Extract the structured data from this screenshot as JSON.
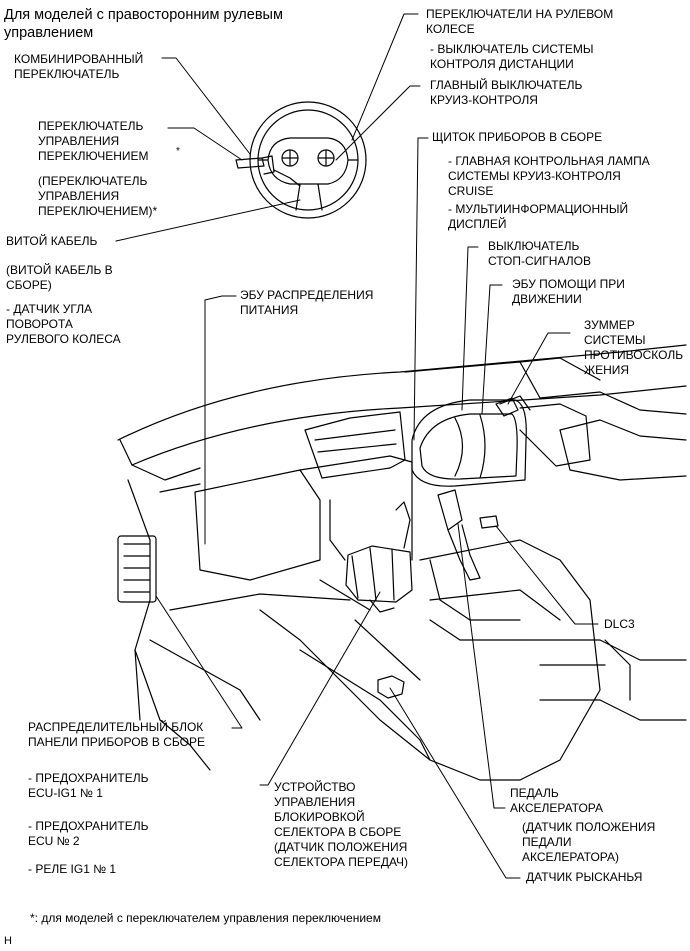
{
  "title": "Для моделей с правосторонним рулевым\nуправлением",
  "labels": {
    "combo_switch": "КОМБИНИРОВАННЫЙ\nПЕРЕКЛЮЧАТЕЛЬ",
    "shift_control_switch": "ПЕРЕКЛЮЧАТЕЛЬ\nУПРАВЛЕНИЯ\nПЕРЕКЛЮЧЕНИЕМ",
    "shift_control_star": "*",
    "shift_control_sub": "(ПЕРЕКЛЮЧАТЕЛЬ\nУПРАВЛЕНИЯ\nПЕРЕКЛЮЧЕНИЕМ)*",
    "spiral_cable": "ВИТОЙ КАБЕЛЬ",
    "spiral_cable_sub": "(ВИТОЙ КАБЕЛЬ В\nСБОРЕ)",
    "steering_angle_sensor": "- ДАТЧИК УГЛА\nПОВОРОТА\nРУЛЕВОГО КОЛЕСА",
    "steering_pad_switch": "ПЕРЕКЛЮЧАТЕЛИ НА РУЛЕВОМ\nКОЛЕСЕ",
    "distance_control_switch": "- ВЫКЛЮЧАТЕЛЬ СИСТЕМЫ\nКОНТРОЛЯ ДИСТАНЦИИ",
    "cruise_main_switch": "ГЛАВНЫЙ ВЫКЛЮЧАТЕЛЬ\nКРУИЗ-КОНТРОЛЯ",
    "combination_meter": "ЩИТОК ПРИБОРОВ В СБОРЕ",
    "cruise_indicator": "- ГЛАВНАЯ КОНТРОЛЬНАЯ ЛАМПА\nСИСТЕМЫ КРУИЗ-КОНТРОЛЯ\nCRUISE",
    "multi_display": "- МУЛЬТИИНФОРМАЦИОННЫЙ\nДИСПЛЕЙ",
    "stop_light_switch": "ВЫКЛЮЧАТЕЛЬ\nСТОП-СИГНАЛОВ",
    "driving_support_ecu": "ЭБУ ПОМОЩИ ПРИ\nДВИЖЕНИИ",
    "power_distribution_ecu": "ЭБУ РАСПРЕДЕЛЕНИЯ\nПИТАНИЯ",
    "buzzer": "ЗУММЕР\nСИСТЕМЫ\nПРОТИВОСКОЛЬ\nЖЕНИЯ",
    "dlc3": "DLC3",
    "junction_block": "РАСПРЕДЕЛИТЕЛЬНЫЙ БЛОК\nПАНЕЛИ ПРИБОРОВ В СБОРЕ",
    "fuse_ecu_ig1": "- ПРЕДОХРАНИТЕЛЬ\nECU-IG1 № 1",
    "fuse_ecu_2": "- ПРЕДОХРАНИТЕЛЬ\nECU № 2",
    "relay_ig1": "- РЕЛЕ IG1 № 1",
    "shift_lock": "УСТРОЙСТВО\nУПРАВЛЕНИЯ\nБЛОКИРОВКОЙ\nСЕЛЕКТОРА В СБОРЕ\n(ДАТЧИК ПОЛОЖЕНИЯ\nСЕЛЕКТОРА ПЕРЕДАЧ)",
    "accel_pedal": "ПЕДАЛЬ\nАКСЕЛЕРАТОРА",
    "accel_pedal_sub": "(ДАТЧИК ПОЛОЖЕНИЯ\nПЕДАЛИ\nАКСЕЛЕРАТОРА)",
    "yaw_rate_sensor": "ДАТЧИК РЫСКАНЬЯ"
  },
  "footnote": "*: для моделей с переключателем управления переключением",
  "corner_code": "H"
}
